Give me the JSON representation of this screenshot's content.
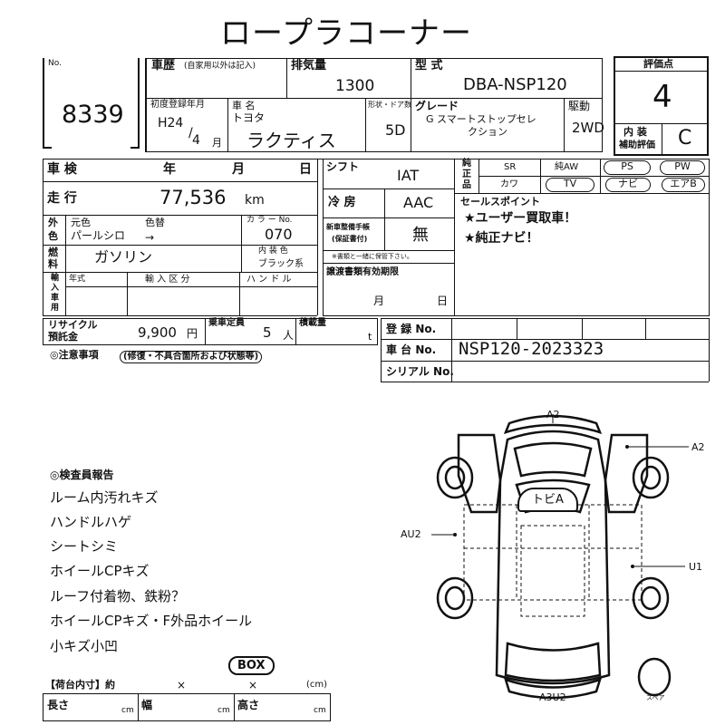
{
  "title": "ロープラコーナー",
  "lot": {
    "no_label": "No.",
    "number": "8339"
  },
  "history": {
    "label": "車歴",
    "note": "(自家用以外は記入)"
  },
  "displacement": {
    "label": "排気量",
    "value": "1300"
  },
  "model": {
    "label": "型 式",
    "value": "DBA-NSP120"
  },
  "grade_score": {
    "label": "評価点",
    "value": "4"
  },
  "first_reg": {
    "label": "初度登録年月",
    "era_year": "H24",
    "slash": "/",
    "month": "4",
    "month_unit": "月"
  },
  "car_name": {
    "label": "車 名",
    "maker": "トヨタ",
    "name": "ラクティス"
  },
  "doors": {
    "label": "形状・ドア数",
    "value": "5D"
  },
  "grade": {
    "label": "グレード",
    "value_line1": "G スマートストップセレ",
    "value_line2": "クション"
  },
  "drive": {
    "label": "駆動",
    "value": "2WD"
  },
  "interior_score": {
    "label1": "内 装",
    "label2": "補助評価",
    "value": "C"
  },
  "inspection": {
    "label": "車 検",
    "year": "年",
    "month": "月",
    "day": "日"
  },
  "mileage": {
    "label": "走 行",
    "value": "77,536",
    "unit": "km"
  },
  "shift": {
    "label": "シフト",
    "value": "IAT"
  },
  "equipment": {
    "label1": "純",
    "label2": "正",
    "label3": "品",
    "row1": [
      "SR",
      "純AW",
      "PS",
      "PW"
    ],
    "row2": [
      "カワ",
      "TV",
      "ナビ",
      "エアB"
    ]
  },
  "ac": {
    "label": "冷 房",
    "value": "AAC"
  },
  "sales_points": {
    "label": "セールスポイント",
    "items": [
      "★ユーザー買取車！",
      "★純正ナビ！"
    ]
  },
  "color": {
    "side1": "外",
    "side2": "色",
    "original_label": "元色",
    "change_label": "色替",
    "original_value": "パールシロ",
    "arrow": "→",
    "code_label": "カ ラ ー No.",
    "code_value": "070"
  },
  "maintenance": {
    "label1": "新車整備手帳",
    "label2": "(保証書付)",
    "value": "無",
    "note": "※書類と一緒に保管下さい。"
  },
  "fuel": {
    "label1": "燃",
    "label2": "料",
    "value": "ガソリン",
    "interior_label": "内 装 色",
    "interior_value": "ブラック系"
  },
  "import": {
    "side": [
      "輸",
      "入",
      "車",
      "用"
    ],
    "year_label": "年式",
    "class_label": "輸 入 区 分",
    "handle_label": "ハ ン ド ル"
  },
  "transfer_docs": {
    "label": "譲渡書類有効期限",
    "month": "月",
    "day": "日"
  },
  "recycle": {
    "label1": "リサイクル",
    "label2": "預託金",
    "value": "9,900",
    "unit": "円"
  },
  "capacity": {
    "label": "乗車定員",
    "value": "5",
    "unit": "人"
  },
  "load": {
    "label": "積載量",
    "unit": "t"
  },
  "registration": {
    "label": "登 録 No.",
    "chassis_label": "車 台 No.",
    "chassis_value": "NSP120-2023323",
    "serial_label": "シリアル No."
  },
  "caution": {
    "label": "◎注意事項",
    "note": "(修復・不具合箇所および状態等)"
  },
  "inspector": {
    "label": "◎検査員報告",
    "items": [
      "ルーム内汚れキズ",
      "ハンドルハゲ",
      "シートシミ",
      "ホイールCPキズ",
      "ルーフ付着物、鉄粉？",
      "ホイールCPキズ・F外品ホイール",
      "小キズ小凹"
    ]
  },
  "box": {
    "label": "BOX",
    "cargo_label": "【荷台内寸】約",
    "times1": "×",
    "times2": "×",
    "unit": "(cm)",
    "length_label": "長さ",
    "width_label": "幅",
    "height_label": "高さ",
    "cm": "cm"
  },
  "diagram": {
    "top_mark": "A2",
    "right_mark": "A2",
    "left_mark": "AU2",
    "roof_mark": "U1",
    "bottom_mark": "A3U2",
    "window_mark": "トビA",
    "spare": "スペア"
  }
}
